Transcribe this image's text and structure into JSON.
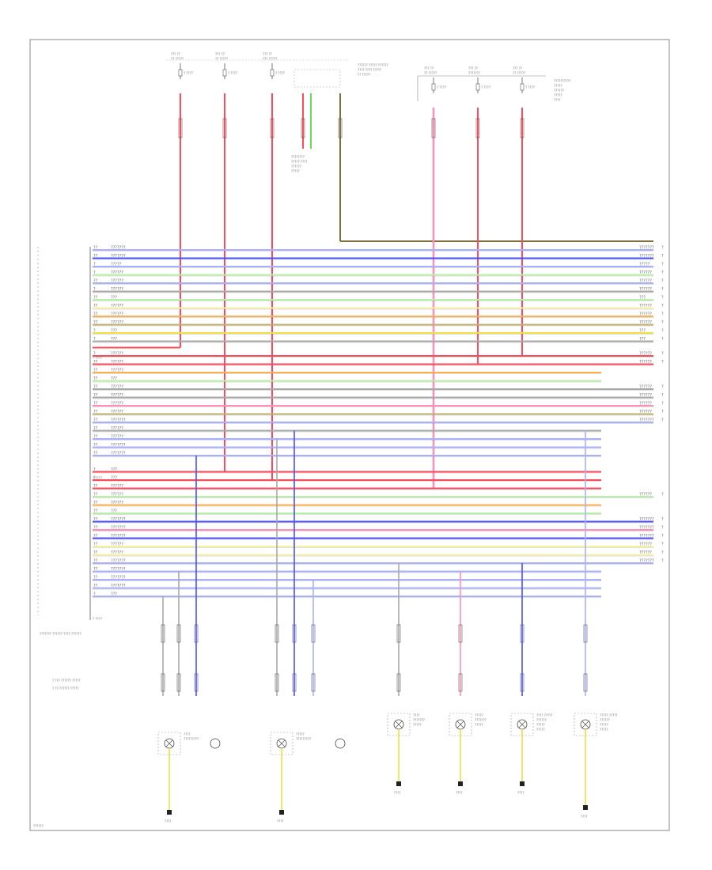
{
  "diagram_id": "??????",
  "module_label": "??????? ?????? ???? ??????",
  "legend": [
    "? ??? ?????? ?????",
    "? ?? ?????? ?????"
  ],
  "connector_labels": [
    "? ????",
    "? ????",
    "? ????"
  ],
  "colors": {
    "red": "#ff4a5c",
    "pink": "#ff8fb8",
    "blue": "#4a50ff",
    "lightblue": "#a8b0ff",
    "green": "#66dd55",
    "lightgreen": "#b8f0a8",
    "yellow": "#f0e040",
    "lightyellow": "#f6f0a0",
    "orange": "#ffb050",
    "tan": "#c0b070",
    "olive": "#807040",
    "gray": "#a8a8a8",
    "violet": "#9060c0",
    "frame": "#888888"
  },
  "top_fuses": [
    {
      "label": "??? ??",
      "sub": "?? ?????",
      "fuse": "? ????"
    },
    {
      "label": "??? ??",
      "sub": "?? ?????",
      "fuse": "? ????"
    },
    {
      "label": "??? ??",
      "sub": "??? ?????",
      "fuse": "? ????"
    }
  ],
  "top_right_fuses": [
    {
      "label": "??? ??",
      "sub": "?? ?????",
      "fuse": "? ????"
    },
    {
      "label": "??? ??",
      "sub": "???????",
      "fuse": "? ????"
    },
    {
      "label": "??? ??",
      "sub": "?? ?????",
      "fuse": "? ????"
    }
  ],
  "top_notes": [
    "?????? ????? ??????",
    "???? ???? ?????",
    "?? ?????"
  ],
  "switch_note": [
    "????????",
    "????? ????",
    "??????",
    "?????"
  ],
  "right_note": [
    "??????????",
    "?????",
    "??????",
    "?????",
    "????"
  ],
  "wire_rows": [
    {
      "pin": "??",
      "code": "???????",
      "color": "lightblue",
      "right": "???????"
    },
    {
      "pin": "??",
      "code": "???????",
      "color": "blue",
      "right": "???????"
    },
    {
      "pin": "?",
      "code": "?????",
      "color": "lightblue",
      "right": "?????"
    },
    {
      "pin": "?",
      "code": "??????",
      "color": "lightgreen",
      "right": "??????"
    },
    {
      "pin": "??",
      "code": "??????",
      "color": "lightblue",
      "right": "??????"
    },
    {
      "pin": "?",
      "code": "??????",
      "color": "gray",
      "right": "??????"
    },
    {
      "pin": "??",
      "code": "???",
      "color": "lightgreen",
      "right": "???"
    },
    {
      "pin": "??",
      "code": "??????",
      "color": "lightyellow",
      "right": "??????"
    },
    {
      "pin": "??",
      "code": "??????",
      "color": "orange",
      "right": "??????"
    },
    {
      "pin": "??",
      "code": "??????",
      "color": "tan",
      "right": "??????"
    },
    {
      "pin": "?",
      "code": "???",
      "color": "yellow",
      "right": "???"
    },
    {
      "pin": "?",
      "code": "???",
      "color": "gray",
      "right": "???"
    },
    {
      "pin": "?",
      "code": "??????",
      "color": "red",
      "right": "??????"
    },
    {
      "pin": "??",
      "code": "??????",
      "color": "red",
      "right": "??????"
    },
    {
      "pin": "??",
      "code": "??????",
      "color": "orange",
      "right": ""
    },
    {
      "pin": "??",
      "code": "???",
      "color": "lightgreen",
      "right": ""
    },
    {
      "pin": "??",
      "code": "??????",
      "color": "gray",
      "right": "??????"
    },
    {
      "pin": "??",
      "code": "??????",
      "color": "gray",
      "right": "??????"
    },
    {
      "pin": "??",
      "code": "??????",
      "color": "pink",
      "right": "??????"
    },
    {
      "pin": "??",
      "code": "??????",
      "color": "tan",
      "right": "??????"
    },
    {
      "pin": "??",
      "code": "???????",
      "color": "lightblue",
      "right": "???????"
    },
    {
      "pin": "??",
      "code": "??????",
      "color": "gray",
      "right": ""
    },
    {
      "pin": "??",
      "code": "??????",
      "color": "lightblue",
      "right": ""
    },
    {
      "pin": "??",
      "code": "???????",
      "color": "lightblue",
      "right": ""
    },
    {
      "pin": "??",
      "code": "???????",
      "color": "lightblue",
      "right": ""
    },
    {
      "pin": "?",
      "code": "???",
      "color": "red",
      "right": ""
    },
    {
      "pin": "?",
      "code": "???",
      "color": "red",
      "right": ""
    },
    {
      "pin": "??",
      "code": "??????",
      "color": "red",
      "right": ""
    },
    {
      "pin": "??",
      "code": "??????",
      "color": "lightgreen",
      "right": "??????"
    },
    {
      "pin": "??",
      "code": "??????",
      "color": "orange",
      "right": ""
    },
    {
      "pin": "??",
      "code": "???",
      "color": "lightgreen",
      "right": ""
    },
    {
      "pin": "??",
      "code": "???????",
      "color": "blue",
      "right": "???????"
    },
    {
      "pin": "??",
      "code": "???????",
      "color": "pink",
      "right": "???????"
    },
    {
      "pin": "??",
      "code": "???????",
      "color": "blue",
      "right": "???????"
    },
    {
      "pin": "??",
      "code": "??????",
      "color": "lightyellow",
      "right": "??????"
    },
    {
      "pin": "??",
      "code": "??????",
      "color": "lightyellow",
      "right": "??????"
    },
    {
      "pin": "??",
      "code": "???????",
      "color": "lightblue",
      "right": "???????"
    },
    {
      "pin": "??",
      "code": "???????",
      "color": "lightblue",
      "right": ""
    },
    {
      "pin": "??",
      "code": "???????",
      "color": "lightblue",
      "right": ""
    },
    {
      "pin": "??",
      "code": "???????",
      "color": "lightblue",
      "right": ""
    },
    {
      "pin": "?",
      "code": "???",
      "color": "lightblue",
      "right": ""
    }
  ],
  "loads": [
    {
      "name": "left-headlight",
      "lines": [
        "????",
        "?????????"
      ],
      "ground": "????"
    },
    {
      "name": "right-headlight",
      "lines": [
        "?????",
        "?????????"
      ],
      "ground": "????"
    },
    {
      "name": "left-lamp-a",
      "lines": [
        "????",
        "???????",
        "?????"
      ],
      "ground": "????"
    },
    {
      "name": "right-lamp-a",
      "lines": [
        "?????",
        "???????",
        "?????"
      ],
      "ground": "????"
    },
    {
      "name": "left-lamp-b",
      "lines": [
        "???? ?????",
        "??????",
        "?????",
        "?????"
      ],
      "ground": "????"
    },
    {
      "name": "right-lamp-b",
      "lines": [
        "????? ?????",
        "??????",
        "?????",
        "?????"
      ],
      "ground": "????"
    }
  ]
}
